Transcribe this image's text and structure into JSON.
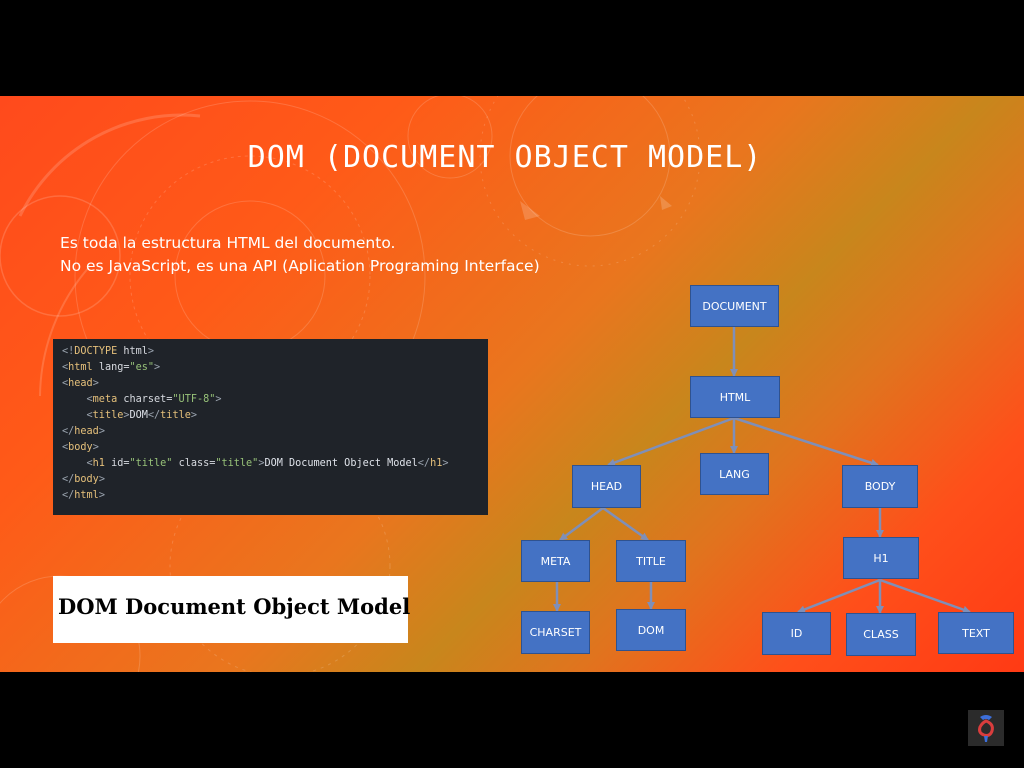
{
  "slide": {
    "title": "DOM (DOCUMENT OBJECT MODEL)",
    "description": [
      "Es toda la estructura HTML del documento.",
      "No es JavaScript, es una API (Aplication Programing Interface)"
    ]
  },
  "code": {
    "l1": [
      "<!",
      "DOCTYPE",
      " html",
      ">"
    ],
    "l2": [
      "<",
      "html",
      " lang=",
      "\"es\"",
      ">"
    ],
    "l3": [
      "<",
      "head",
      ">"
    ],
    "l4": [
      "    <",
      "meta",
      " charset=",
      "\"UTF-8\"",
      ">"
    ],
    "l5": [
      "    <",
      "title",
      ">",
      "DOM",
      "</",
      "title",
      ">"
    ],
    "l6": [
      "</",
      "head",
      ">"
    ],
    "l7": [
      "<",
      "body",
      ">"
    ],
    "l8": [
      "    <",
      "h1",
      " id=",
      "\"title\"",
      " class=",
      "\"title\"",
      ">",
      "DOM Document Object Model",
      "</",
      "h1",
      ">"
    ],
    "l9": [
      "</",
      "body",
      ">"
    ],
    "l10": [
      "</",
      "html",
      ">"
    ]
  },
  "rendered_output": {
    "h1_text": "DOM Document Object Model"
  },
  "tree": {
    "document": "DOCUMENT",
    "html": "HTML",
    "head": "HEAD",
    "lang": "LANG",
    "body": "BODY",
    "meta": "META",
    "title": "TITLE",
    "charset": "CHARSET",
    "dom": "DOM",
    "h1": "H1",
    "id": "ID",
    "class": "CLASS",
    "text": "TEXT"
  },
  "colors": {
    "node_fill": "#4472c4",
    "node_border": "#2f528f",
    "connector": "#7f8fb8"
  }
}
